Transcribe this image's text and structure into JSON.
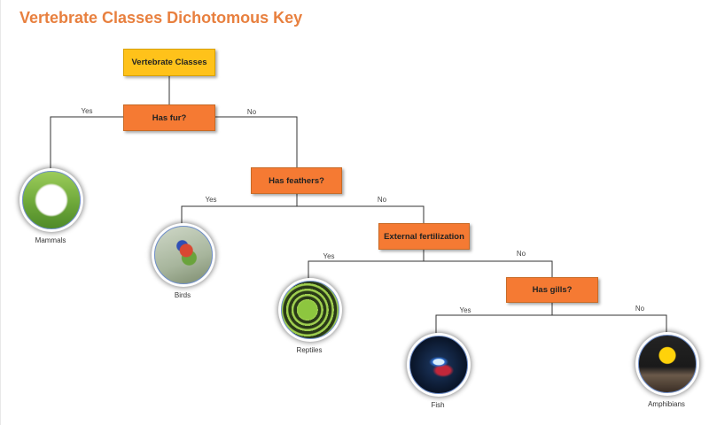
{
  "title": "Vertebrate Classes Dichotomous Key",
  "colors": {
    "title": "#e8803f",
    "root_fill": "#ffc21a",
    "question_fill": "#f57a33",
    "connector": "#333333"
  },
  "nodes": {
    "root": "Vertebrate Classes",
    "q_fur": "Has fur?",
    "q_feathers": "Has feathers?",
    "q_external": "External fertilization",
    "q_gills": "Has gills?"
  },
  "edges": {
    "fur_yes": "Yes",
    "fur_no": "No",
    "feathers_yes": "Yes",
    "feathers_no": "No",
    "external_yes": "Yes",
    "external_no": "No",
    "gills_yes": "Yes",
    "gills_no": "No"
  },
  "leaves": {
    "mammals": {
      "label": "Mammals",
      "icon": "white-dog-photo"
    },
    "birds": {
      "label": "Birds",
      "icon": "bird-photo"
    },
    "reptiles": {
      "label": "Reptiles",
      "icon": "chameleon-photo"
    },
    "fish": {
      "label": "Fish",
      "icon": "betta-fish-photo"
    },
    "amphibians": {
      "label": "Amphibians",
      "icon": "frog-photo"
    }
  }
}
